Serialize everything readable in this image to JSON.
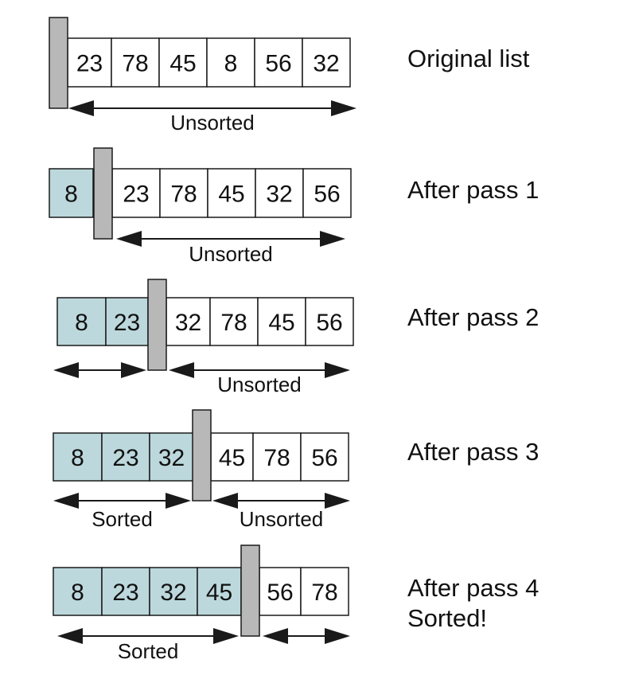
{
  "diagram": {
    "colors": {
      "sorted_fill": "#bcd8dc",
      "unsorted_fill": "#ffffff",
      "divider_fill": "#b8b8b8",
      "stroke": "#1a1a1a"
    },
    "rows": [
      {
        "label": [
          "Original list"
        ],
        "sorted_values": [],
        "unsorted_values": [
          23,
          78,
          45,
          8,
          56,
          32
        ],
        "sorted_range_label": "",
        "unsorted_range_label": "Unsorted"
      },
      {
        "label": [
          "After pass 1"
        ],
        "sorted_values": [
          8
        ],
        "unsorted_values": [
          23,
          78,
          45,
          32,
          56
        ],
        "sorted_range_label": "",
        "unsorted_range_label": "Unsorted"
      },
      {
        "label": [
          "After pass 2"
        ],
        "sorted_values": [
          8,
          23
        ],
        "unsorted_values": [
          32,
          78,
          45,
          56
        ],
        "sorted_range_label": "",
        "unsorted_range_label": "Unsorted"
      },
      {
        "label": [
          "After pass 3"
        ],
        "sorted_values": [
          8,
          23,
          32
        ],
        "unsorted_values": [
          45,
          78,
          56
        ],
        "sorted_range_label": "Sorted",
        "unsorted_range_label": "Unsorted"
      },
      {
        "label": [
          "After pass 4",
          "Sorted!"
        ],
        "sorted_values": [
          8,
          23,
          32,
          45
        ],
        "unsorted_values": [
          56,
          78
        ],
        "sorted_range_label": "Sorted",
        "unsorted_range_label": ""
      }
    ]
  }
}
